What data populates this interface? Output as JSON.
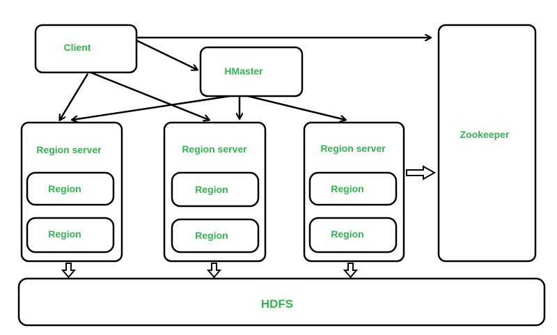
{
  "nodes": {
    "client": "Client",
    "hmaster": "HMaster",
    "zookeeper": "Zookeeper",
    "hdfs": "HDFS",
    "region_servers": [
      {
        "title": "Region server",
        "regions": [
          "Region",
          "Region"
        ]
      },
      {
        "title": "Region server",
        "regions": [
          "Region",
          "Region"
        ]
      },
      {
        "title": "Region server",
        "regions": [
          "Region",
          "Region"
        ]
      }
    ]
  },
  "colors": {
    "label": "#2db84b",
    "stroke": "#000000",
    "background": "#ffffff"
  }
}
